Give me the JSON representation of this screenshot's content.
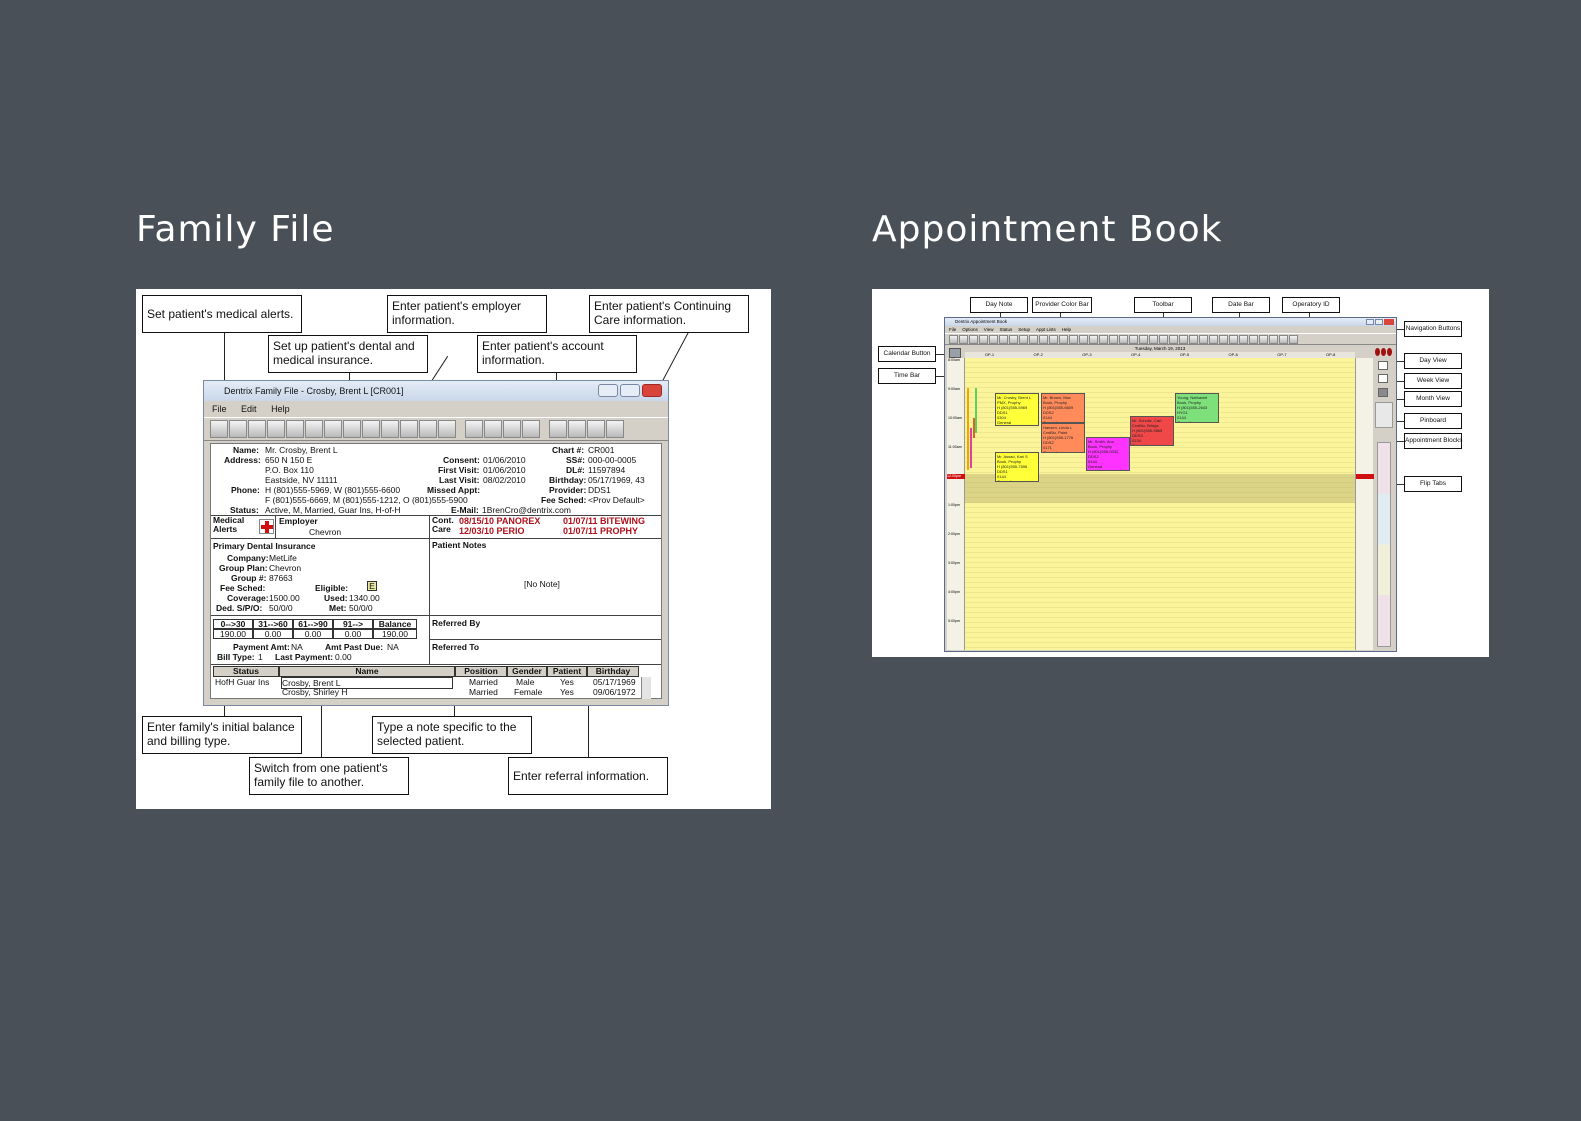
{
  "headings": {
    "left": "Family File",
    "right": "Appointment Book"
  },
  "family_file": {
    "window_title": "Dentrix Family File - Crosby, Brent L [CR001]",
    "menu": [
      "File",
      "Edit",
      "Help"
    ],
    "callouts": {
      "medical_alerts": "Set patient's medical alerts.",
      "employer": "Enter patient's employer information.",
      "continuing_care": "Enter patient's Continuing Care information.",
      "insurance": "Set up patient's dental and medical insurance.",
      "account": "Enter patient's account information.",
      "balance": "Enter family's initial balance and billing type.",
      "note": "Type a note specific to the selected patient.",
      "switch": "Switch from one patient's family file to another.",
      "referral": "Enter referral information."
    },
    "patient": {
      "name_label": "Name:",
      "name": "Mr. Crosby, Brent L",
      "address_label": "Address:",
      "address1": "650 N 150 E",
      "address2": "P.O. Box 110",
      "address3": "Eastside, NV  11111",
      "phone_label": "Phone:",
      "phone1": "H (801)555-5969, W (801)555-6600",
      "phone2": "F (801)555-6669, M (801)555-1212, O (801)555-5900",
      "status_label": "Status:",
      "status": "Active, M, Married, Guar Ins, H-of-H",
      "chart_label": "Chart #:",
      "chart": "CR001",
      "consent_label": "Consent:",
      "consent": "01/06/2010",
      "ss_label": "SS#:",
      "ss": "000-00-0005",
      "first_visit_label": "First Visit:",
      "first_visit": "01/06/2010",
      "dl_label": "DL#:",
      "dl": "11597894",
      "last_visit_label": "Last Visit:",
      "last_visit": "08/02/2010",
      "birthday_label": "Birthday:",
      "birthday": "05/17/1969, 43",
      "missed_label": "Missed Appt:",
      "provider_label": "Provider:",
      "provider": "DDS1",
      "fee_label": "Fee Sched:",
      "fee": "<Prov Default>",
      "email_label": "E-Mail:",
      "email": "1BrenCro@dentrix.com"
    },
    "medical_alerts_label": "Medical Alerts",
    "employer_label": "Employer",
    "employer": "Chevron",
    "cont_care_label": "Cont. Care",
    "cont_care": [
      "08/15/10 PANOREX",
      "01/07/11 BITEWING",
      "12/03/10 PERIO",
      "01/07/11 PROPHY"
    ],
    "insurance": {
      "title": "Primary Dental Insurance",
      "company_label": "Company:",
      "company": "MetLife",
      "group_plan_label": "Group Plan:",
      "group_plan": "Chevron",
      "group_label": "Group #:",
      "group": "87663",
      "fee_label": "Fee Sched:",
      "eligible_label": "Eligible:",
      "eligible": "E",
      "coverage_label": "Coverage:",
      "coverage": "1500.00",
      "used_label": "Used:",
      "used": "1340.00",
      "ded_label": "Ded. S/P/O:",
      "ded": "50/0/0",
      "met_label": "Met:",
      "met": "50/0/0"
    },
    "patient_notes_label": "Patient Notes",
    "no_note": "[No Note]",
    "aging": {
      "headers": [
        "0-->30",
        "31-->60",
        "61-->90",
        "91-->",
        "Balance"
      ],
      "values": [
        "190.00",
        "0.00",
        "0.00",
        "0.00",
        "190.00"
      ],
      "payment_label": "Payment Amt:",
      "payment": "NA",
      "past_due_label": "Amt Past Due:",
      "past_due": "NA",
      "bill_label": "Bill Type:",
      "bill": "1",
      "last_payment_label": "Last Payment:",
      "last_payment": "0.00"
    },
    "referred_by_label": "Referred By",
    "referred_to_label": "Referred To",
    "members": {
      "headers": [
        "Status",
        "Name",
        "Position",
        "Gender",
        "Patient",
        "Birthday"
      ],
      "rows": [
        [
          "HofH Guar Ins",
          "Crosby, Brent L",
          "Married",
          "Male",
          "Yes",
          "05/17/1969"
        ],
        [
          "",
          "Crosby, Shirley H",
          "Married",
          "Female",
          "Yes",
          "09/06/1972"
        ]
      ]
    }
  },
  "appointment_book": {
    "window_title": "Dentrix Appointment Book",
    "menu": [
      "File",
      "Options",
      "View",
      "Status",
      "Setup",
      "Appt Lists",
      "Help"
    ],
    "date_bar": "Tuesday, March 19, 2013",
    "operatories": [
      "OP-1",
      "OP-2",
      "OP-3",
      "OP-4",
      "OP-5",
      "OP-6",
      "OP-7",
      "OP-8"
    ],
    "callouts": {
      "day_note": "Day Note",
      "provider_color": "Provider Color Bar",
      "toolbar": "Toolbar",
      "date_bar": "Date Bar",
      "operatory": "Operatory ID",
      "calendar": "Calendar Button",
      "time_bar": "Time Bar",
      "navigation": "Navigation Buttons",
      "day_view": "Day View",
      "week_view": "Week View",
      "month_view": "Month View",
      "pinboard": "Pinboard",
      "appt_blocks": "Appointment Blocks",
      "flip_tabs": "Flip Tabs"
    },
    "time_labels": [
      "8:00am",
      "9:00am",
      "10:00am",
      "11:00am",
      "12:00pm",
      "1:00pm",
      "2:00pm",
      "3:00pm",
      "4:00pm",
      "5:00pm"
    ],
    "appointments": [
      {
        "text": "Mr. Crosby, Brent L\nPMX, Prophy\nH (801)555-5969\nDDS1\n0304\nGeneral",
        "color": "#ffff3a"
      },
      {
        "text": "Mr. Brown, Max\nBook, Prophy\nH (801)555-6609\nDDS2\n0144\nGeneral",
        "color": "#ff8a5a"
      },
      {
        "text": "Young, Nathaniel\nBook, Prophy\nH (801)555-2643\nHYG1\n0144\nGeneral",
        "color": "#7de07a"
      },
      {
        "text": "Mr. Schultz, Carl\nCrwBlu, Bridge\nH (801)555-9865\nDDS3\n0134\nGeneral",
        "color": "#f04848"
      },
      {
        "text": "Hansen, Linda L\nCrwBlu, Paint\nH (801)555-1776\nDDS2\n0171\nGeneral",
        "color": "#ff8a5a"
      },
      {
        "text": "Mr. Assad, Kari S\nBook, Prophy\nH (801)555-7596\nDDS1\n0144\nGeneral",
        "color": "#ffff3a"
      },
      {
        "text": "Mr. Smith, Ann\nBook, Prophy\nH (801)555-0032\nDDS2\n0144\nGeneral",
        "color": "#ff33ff"
      }
    ]
  }
}
